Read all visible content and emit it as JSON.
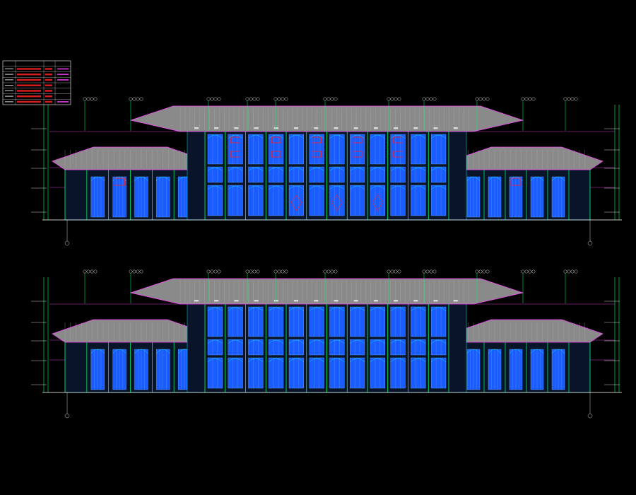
{
  "drawing": {
    "background": "#000000",
    "colors": {
      "roof": "#8a8a8a",
      "roof_edge": "#ff44ff",
      "frame": "#00ff66",
      "cyan": "#00e5ff",
      "window": "#1a5cff",
      "window_light": "#66aaff",
      "red": "#ff2222",
      "white": "#ffffff",
      "yellow": "#ffff44",
      "magenta": "#ff44ff"
    },
    "legend": {
      "rows": 7,
      "headers": [
        "",
        "",
        "",
        ""
      ]
    },
    "elevations": [
      {
        "caption": "",
        "scale": "",
        "axis_left": "",
        "axis_right": "",
        "variant": "front"
      },
      {
        "caption": "",
        "scale": "",
        "axis_left": "",
        "axis_right": "",
        "variant": "back"
      }
    ]
  }
}
